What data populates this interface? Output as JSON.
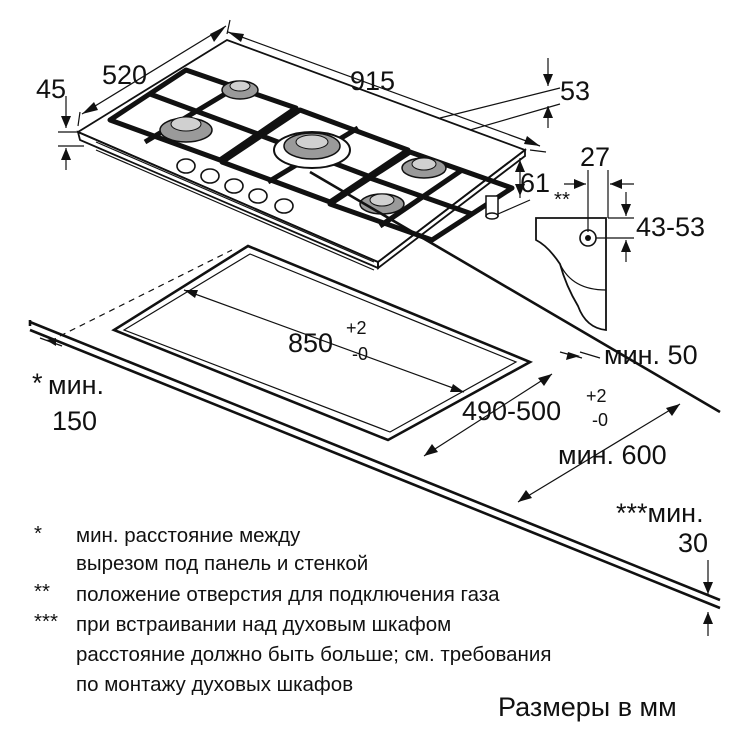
{
  "dimensions": {
    "depth": "520",
    "width": "915",
    "height_left": "45",
    "height_right": "53",
    "pipe_offset": "61",
    "connector_offset": "27",
    "connector_height": "43-53",
    "cutout_width": "850",
    "cutout_width_tol_plus": "+2",
    "cutout_width_tol_minus": "-0",
    "cutout_depth": "490-500",
    "cutout_depth_tol_plus": "+2",
    "cutout_depth_tol_minus": "-0",
    "min_front": "мин. 50",
    "min_depth": "мин. 600",
    "wall_star": "*",
    "wall_min": "мин.",
    "wall_value": "150",
    "gas_marker": "**",
    "oven_marker": "***мин.",
    "oven_value": "30"
  },
  "notes": [
    {
      "marker": "*",
      "lines": [
        "мин. расстояние между",
        "вырезом под панель и стенкой"
      ]
    },
    {
      "marker": "**",
      "lines": [
        "положение отверстия для подключения газа"
      ]
    },
    {
      "marker": "***",
      "lines": [
        "при встраивании над духовым шкафом",
        "расстояние должно быть больше; см. требования",
        "по монтажу духовых шкафов"
      ]
    }
  ],
  "units_caption": "Размеры в мм"
}
